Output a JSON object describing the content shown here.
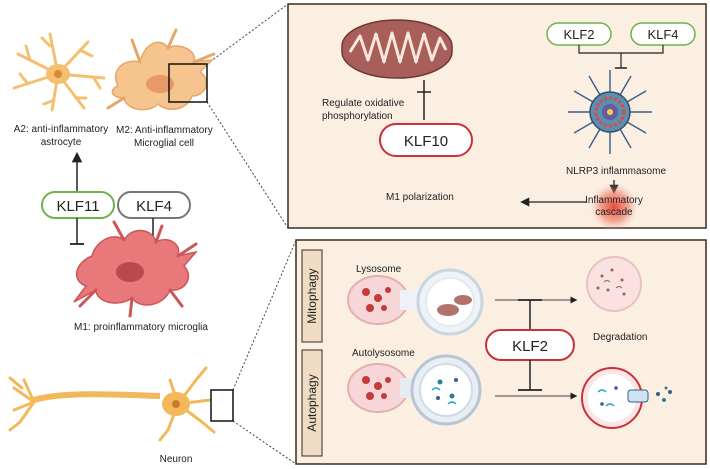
{
  "cells": {
    "a2": {
      "line1": "A2: anti-inflammatory",
      "line2": "astrocyte"
    },
    "m2": {
      "line1": "M2: Anti-inflammatory",
      "line2": "Microglial cell"
    },
    "m1": "M1: proinflammatory microglia",
    "neuron": "Neuron"
  },
  "left_regulators": {
    "klf11": "KLF11",
    "klf4": "KLF4"
  },
  "top_panel": {
    "mito_label": {
      "line1": "Regulate oxidative",
      "line2": "phosphorylation"
    },
    "klf10": "KLF10",
    "klf2": "KLF2",
    "klf4": "KLF4",
    "nlrp3": "NLRP3 inflammasome",
    "cascade": {
      "line1": "Inflammatory",
      "line2": "cascade"
    },
    "m1_polarization": "M1 polarization"
  },
  "bottom_panel": {
    "mitophagy": "Mitophagy",
    "autophagy": "Autophagy",
    "lysosome": "Lysosome",
    "autolysosome": "Autolysosome",
    "klf2": "KLF2",
    "degradation": "Degradation"
  },
  "colors": {
    "panel_bg": "#fbefe2",
    "panel_border": "#3a2a20",
    "klf_green": "#6fb24a",
    "klf_red": "#c8303a",
    "klf_grey": "#777777",
    "mito": "#a85f5a",
    "microglia_m1": "#e8787a",
    "microglia_m2": "#f6c48e",
    "astrocyte": "#f4c070",
    "neuron": "#f2b85a"
  }
}
